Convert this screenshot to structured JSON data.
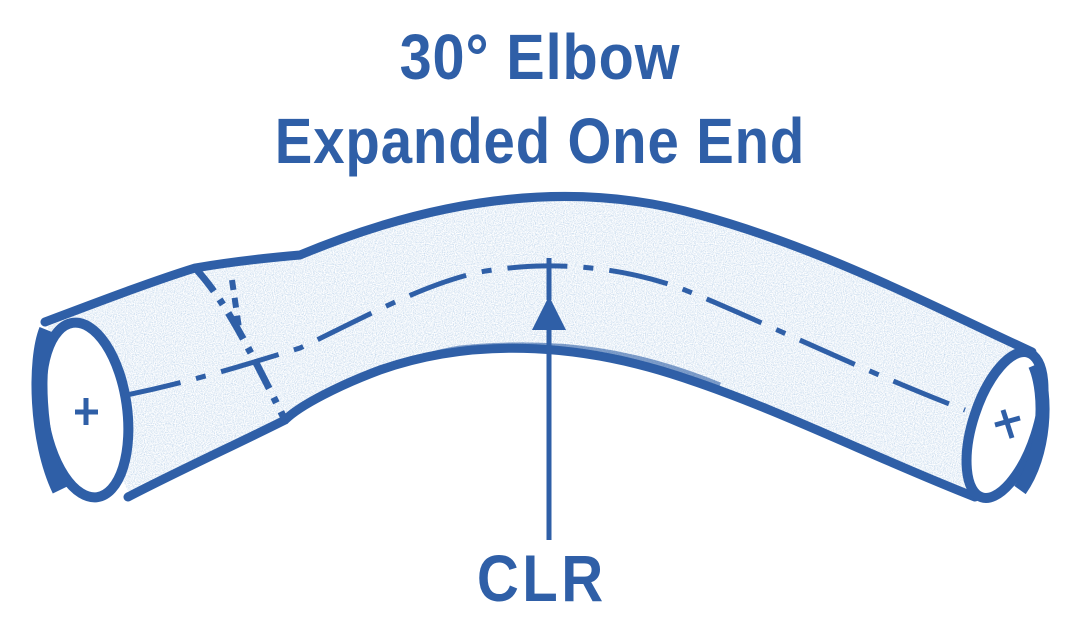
{
  "diagram": {
    "title_line1": "30° Elbow",
    "title_line2": "Expanded One End",
    "centerline_label": "CLR",
    "colors": {
      "ink": "#2f5fa7",
      "shading": "#3a66ad",
      "background": "#ffffff"
    }
  }
}
